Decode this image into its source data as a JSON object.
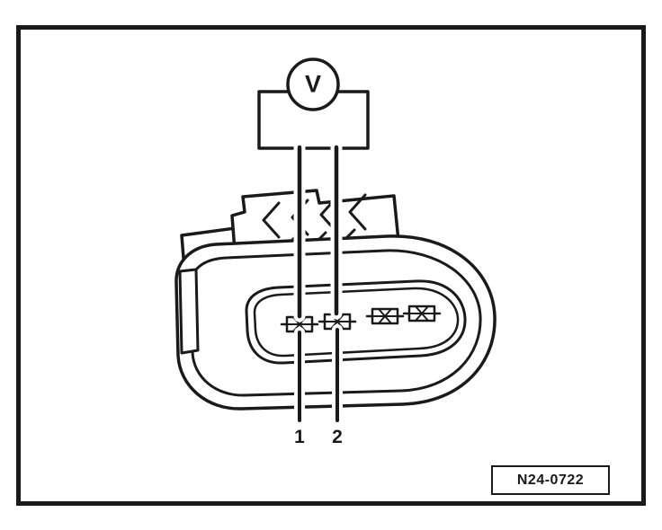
{
  "diagram": {
    "description": "Voltage measurement at 4-pin connector",
    "voltmeter": {
      "label": "V",
      "symbol": "voltmeter-circle-icon"
    },
    "pins": {
      "labels": [
        "1",
        "2"
      ]
    },
    "reference": {
      "code": "N24-0722"
    },
    "colors": {
      "ink": "#1a1a1a",
      "paper": "#ffffff"
    }
  }
}
